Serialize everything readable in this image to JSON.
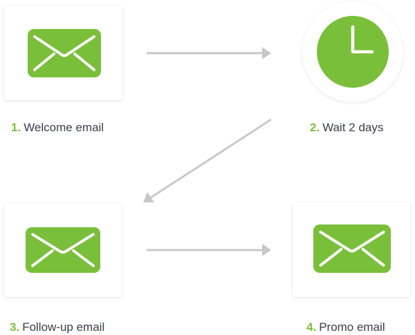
{
  "colors": {
    "accent": "#7abf3a",
    "arrow": "#c8c8c8",
    "text": "#3a3d4a"
  },
  "steps": [
    {
      "number": "1.",
      "label": "Welcome email",
      "icon": "envelope-icon"
    },
    {
      "number": "2.",
      "label": "Wait 2 days",
      "icon": "clock-icon"
    },
    {
      "number": "3.",
      "label": "Follow-up email",
      "icon": "envelope-icon"
    },
    {
      "number": "4.",
      "label": "Promo email",
      "icon": "envelope-icon"
    }
  ]
}
